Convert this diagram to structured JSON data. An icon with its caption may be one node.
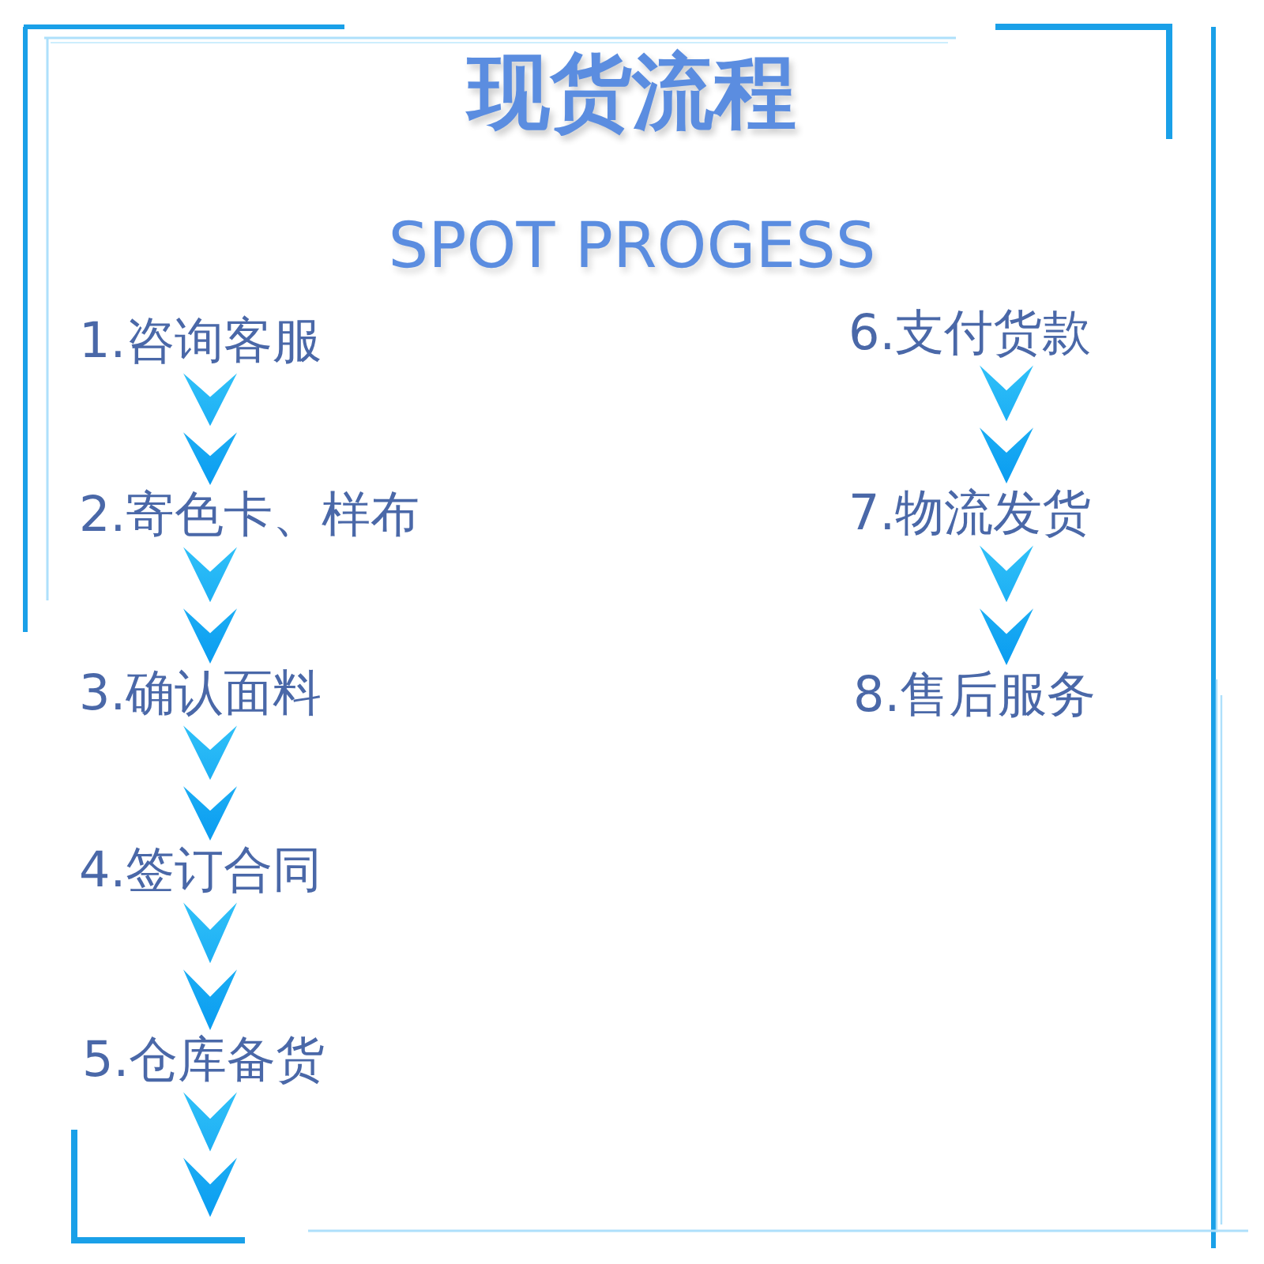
{
  "diagram": {
    "title": "现货流程",
    "nodes": [
      {
        "text": [
          "1.咨询客服"
        ]
      },
      {
        "text": [
          "2.寄色卡、样布"
        ]
      },
      {
        "text": [
          "3.确认面料"
        ]
      },
      {
        "text": [
          "4.签订合同"
        ]
      },
      {
        "text": [
          "5.仓库备货"
        ]
      },
      {
        "text": [
          "6.支付货款"
        ]
      },
      {
        "text": [
          "7.物流发货"
        ]
      },
      {
        "text": [
          "8.售后服务"
        ]
      }
    ],
    "edges": [
      {
        "from": 0,
        "to": 1,
        "arrow": "to"
      },
      {
        "from": 1,
        "to": 2,
        "arrow": "to"
      },
      {
        "from": 2,
        "to": 3,
        "arrow": "to"
      },
      {
        "from": 3,
        "to": 4,
        "arrow": "to"
      },
      {
        "from": 4,
        "to": null,
        "arrow": "to"
      },
      {
        "from": 5,
        "to": 6,
        "arrow": "to"
      },
      {
        "from": 6,
        "to": 7,
        "arrow": "to"
      }
    ],
    "labels": [
      "SPOT PROGESS"
    ]
  }
}
